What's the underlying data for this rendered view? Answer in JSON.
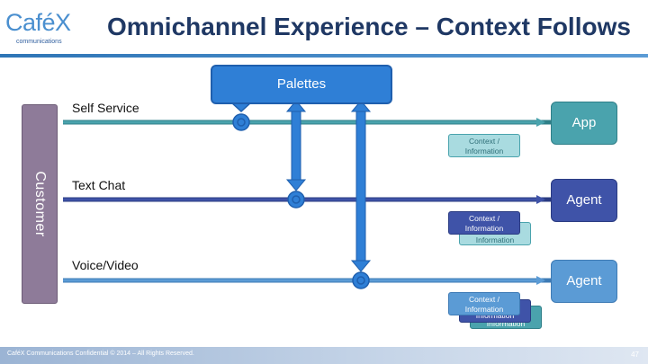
{
  "header": {
    "logo_text": "CaféX",
    "logo_subtext": "communications",
    "title": "Omnichannel Experience – Context Follows"
  },
  "customer": {
    "label": "Customer"
  },
  "palettes": {
    "label": "Palettes"
  },
  "channels": [
    {
      "label": "Self Service",
      "endpoint": "App",
      "context": [
        "Context / Information"
      ]
    },
    {
      "label": "Text Chat",
      "endpoint": "Agent",
      "context": [
        "Context / Information",
        "Information"
      ]
    },
    {
      "label": "Voice/Video",
      "endpoint": "Agent",
      "context": [
        "Context / Information",
        "Information",
        "Information"
      ]
    }
  ],
  "footer": {
    "text": "CaféX Communications Confidential © 2014 – All Rights Reserved.",
    "page_number": "47"
  },
  "colors": {
    "title": "#1f3864",
    "palettes": "#2f7fd6",
    "self_service": "#4aa3ad",
    "text_chat": "#3f53a8",
    "voice_video": "#5b9bd5",
    "customer": "#8e7b99"
  }
}
